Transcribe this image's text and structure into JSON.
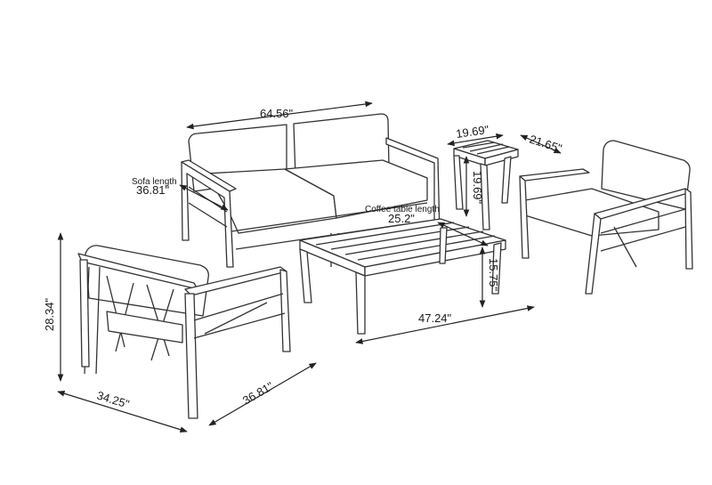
{
  "dimensions": {
    "sofa_width": "64.56\"",
    "sofa_length_label": "Sofa length",
    "sofa_length": "36.81\"",
    "end_table_width": "19.69\"",
    "end_table_depth": "21.65\"",
    "end_table_height": "19.69\"",
    "coffee_table_length_label": "Coffee table length",
    "coffee_table_length": "25.2\"",
    "coffee_table_height": "15.75\"",
    "coffee_table_width": "47.24\"",
    "chair_height": "28.34\"",
    "chair_width": "34.25\"",
    "chair_depth": "36.81\""
  },
  "colors": {
    "line": "#333333",
    "background": "#ffffff"
  }
}
